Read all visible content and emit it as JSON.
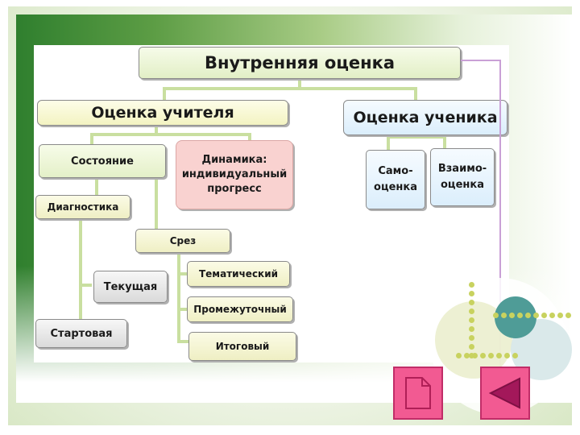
{
  "diagram": {
    "root": "Внутренняя оценка",
    "teacher": "Оценка учителя",
    "student": "Оценка ученика",
    "state": "Состояние",
    "dynamics_line1": "Динамика:",
    "dynamics_line2": "индивидуальный",
    "dynamics_line3": "прогресс",
    "self_line1": "Само-",
    "self_line2": "оценка",
    "mutual_line1": "Взаимо-",
    "mutual_line2": "оценка",
    "diagnostics": "Диагностика",
    "slice": "Срез",
    "thematic": "Тематический",
    "current": "Текущая",
    "intermediate": "Промежуточный",
    "starting": "Стартовая",
    "final": "Итоговый"
  },
  "nav": {
    "document_icon": "document-icon",
    "back_icon": "triangle-left-icon"
  },
  "colors": {
    "panel_green": "#5d9d45",
    "connector": "#c9dfa0",
    "dynamics_fill": "#f9d2d0",
    "nav_pink": "#f25a92"
  }
}
